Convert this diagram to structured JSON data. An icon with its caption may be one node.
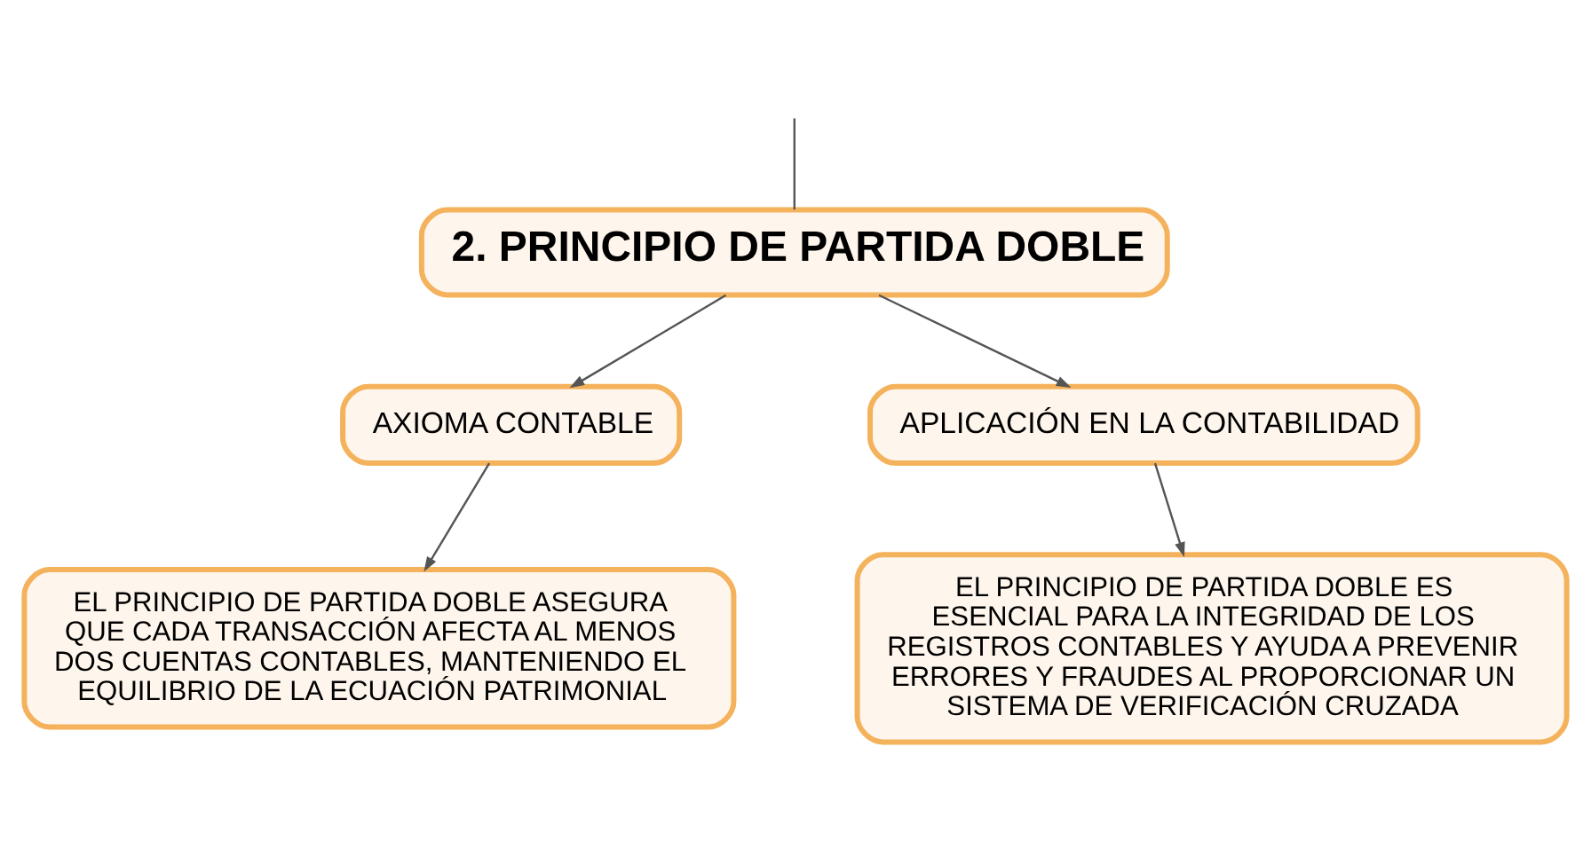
{
  "diagram": {
    "nodes": [
      {
        "text": [
          "2. PRINCIPIO DE PARTIDA DOBLE"
        ]
      },
      {
        "text": [
          "AXIOMA CONTABLE"
        ]
      },
      {
        "text": [
          "APLICACIÓN EN LA CONTABILIDAD"
        ]
      },
      {
        "text": [
          "EL PRINCIPIO DE PARTIDA DOBLE ASEGURA QUE CADA TRANSACCIÓN AFECTA AL MENOS DOS CUENTAS CONTABLES, MANTENIENDO EL EQUILIBRIO DE LA ECUACIÓN PATRIMONIAL"
        ]
      },
      {
        "text": [
          "EL PRINCIPIO DE PARTIDA DOBLE ES ESENCIAL PARA LA INTEGRIDAD DE LOS REGISTROS CONTABLES Y AYUDA A PREVENIR ERRORES Y FRAUDES AL PROPORCIONAR UN SISTEMA DE VERIFICACIÓN CRUZADA"
        ]
      }
    ],
    "edges": [
      {
        "from": null,
        "to": 0,
        "arrow": "none"
      },
      {
        "from": 0,
        "to": 1,
        "arrow": "to"
      },
      {
        "from": 0,
        "to": 2,
        "arrow": "to"
      },
      {
        "from": 1,
        "to": 3,
        "arrow": "to"
      },
      {
        "from": 2,
        "to": 4,
        "arrow": "to"
      }
    ]
  }
}
